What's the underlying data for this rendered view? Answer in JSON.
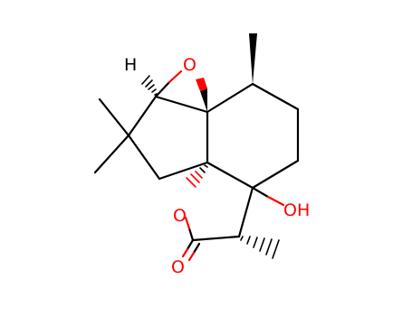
{
  "atom_labels": {
    "epoxide_o": "O",
    "epoxide_h": "H",
    "lactone_ring_o": "O",
    "carbonyl_o": "O",
    "hydroxyl": "OH"
  },
  "colors": {
    "carbon_bond": "#000000",
    "oxygen": "#ff0000",
    "background": "#ffffff"
  }
}
